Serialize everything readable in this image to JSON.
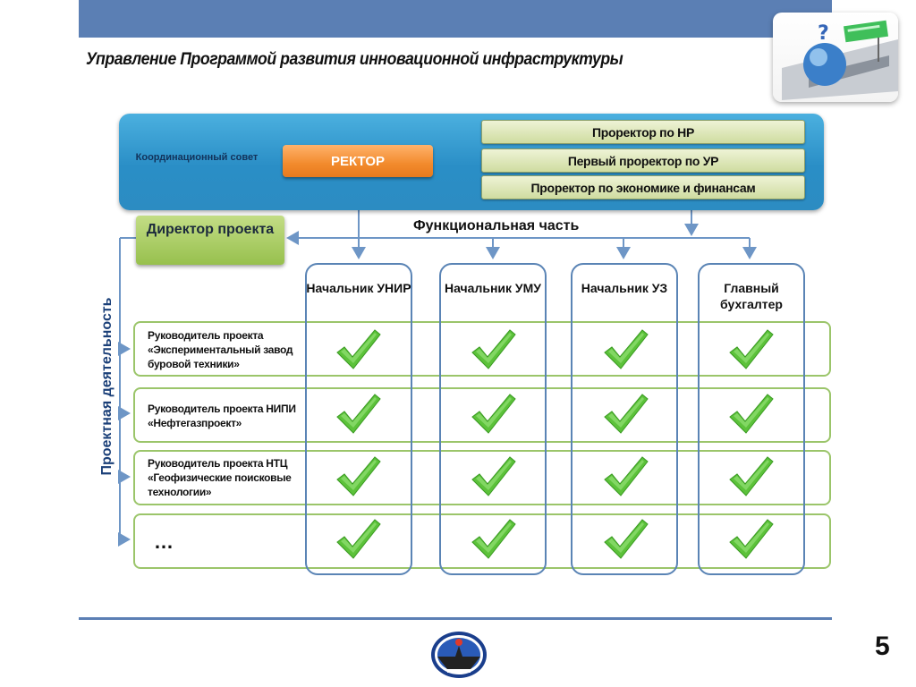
{
  "slide": {
    "title": "Управление Программой развития инновационной инфраструктуры",
    "page_number": "5"
  },
  "council": {
    "label": "Координационный совет",
    "rector": "РЕКТОР",
    "prorectors": [
      "Проректор по НР",
      "Первый проректор по УР",
      "Проректор по экономике и финансам"
    ]
  },
  "director": "Директор проекта",
  "functional_label": "Функциональная часть",
  "project_label": "Проектная деятельность",
  "columns": [
    "Начальник УНИР",
    "Начальник УМУ",
    "Начальник УЗ",
    "Главный бухгалтер"
  ],
  "rows": [
    "Руководитель проекта «Экспериментальный завод буровой техники»",
    "Руководитель проекта НИПИ «Нефтегазпроект»",
    "Руководитель проекта НТЦ «Геофизические поисковые технологии»",
    "…"
  ],
  "icons": {
    "check": "check-mark-icon",
    "thumbnail": "question-sphere-illustration",
    "logo": "university-emblem"
  },
  "colors": {
    "accent_bar": "#5b7fb4",
    "council_fill": "#2f94c9",
    "rector_fill": "#f28a2c",
    "prorector_fill": "#d8e3b0",
    "director_fill": "#a9cc63",
    "check": "#5cc23a",
    "column_border": "#5a84b5",
    "row_border": "#9bc56a"
  }
}
